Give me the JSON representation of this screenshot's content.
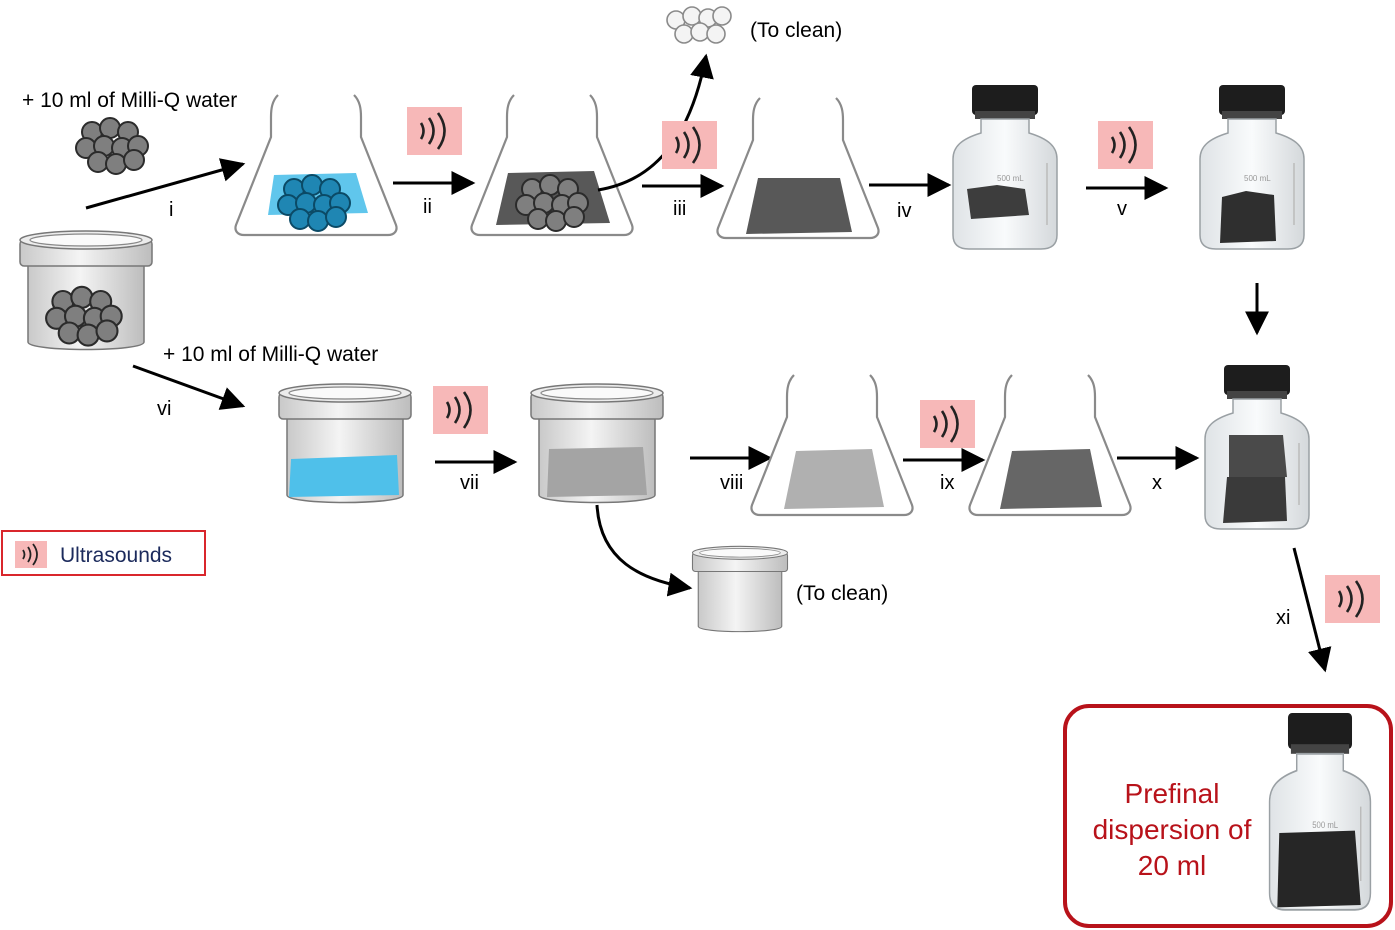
{
  "labels": {
    "water_top": "+ 10 ml of Milli-Q water",
    "water_bottom": "+ 10 ml of Milli-Q water",
    "to_clean_top": "(To clean)",
    "to_clean_bottom": "(To clean)"
  },
  "steps": [
    "i",
    "ii",
    "iii",
    "iv",
    "v",
    "vi",
    "vii",
    "viii",
    "ix",
    "x",
    "xi"
  ],
  "legend": {
    "label": "Ultrasounds",
    "icon": "ultrasound-wave-icon"
  },
  "final": {
    "text": "Prefinal dispersion of 20 ml"
  },
  "colors": {
    "ultrasound_badge": "#f7b8b8",
    "water": "#4fc0ea",
    "dark_paste": "#585858",
    "light_paste": "#a9a9a9",
    "red_accent": "#b8121a"
  }
}
